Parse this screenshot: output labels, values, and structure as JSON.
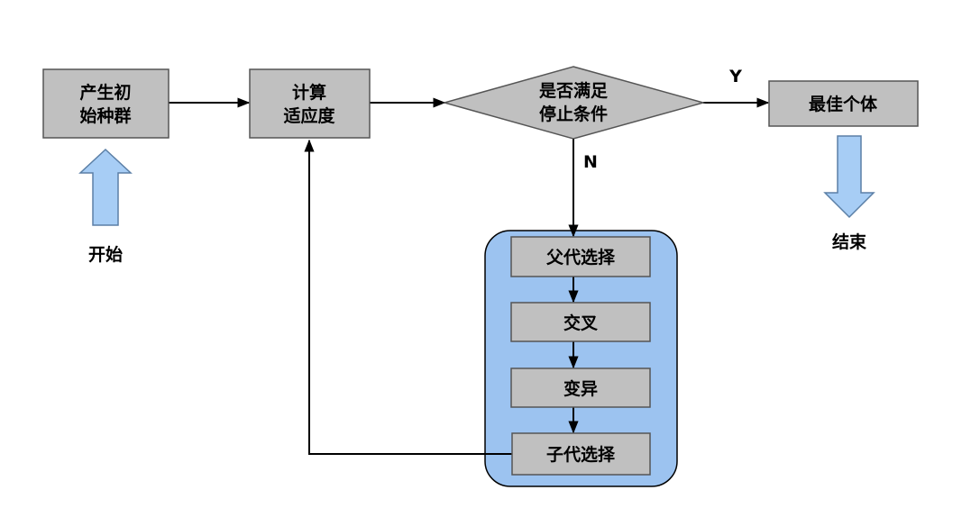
{
  "nodes": {
    "init_population": [
      "产生初",
      "始种群"
    ],
    "fitness": [
      "计算",
      "适应度"
    ],
    "stop_check": [
      "是否满足",
      "停止条件"
    ],
    "best_individual": [
      "最佳个体"
    ],
    "parent_selection": [
      "父代选择"
    ],
    "crossover": [
      "交叉"
    ],
    "mutation": [
      "变异"
    ],
    "offspring_selection": [
      "子代选择"
    ]
  },
  "labels": {
    "start": "开始",
    "end": "结束",
    "yes": "Y",
    "no": "N"
  },
  "colors": {
    "box_fill": "#c0c0c0",
    "box_stroke": "#555555",
    "group_fill": "#9cc3f0",
    "arrow_fill": "#a7cdf5",
    "arrow_stroke": "#5b7fa6",
    "line": "#000000"
  }
}
